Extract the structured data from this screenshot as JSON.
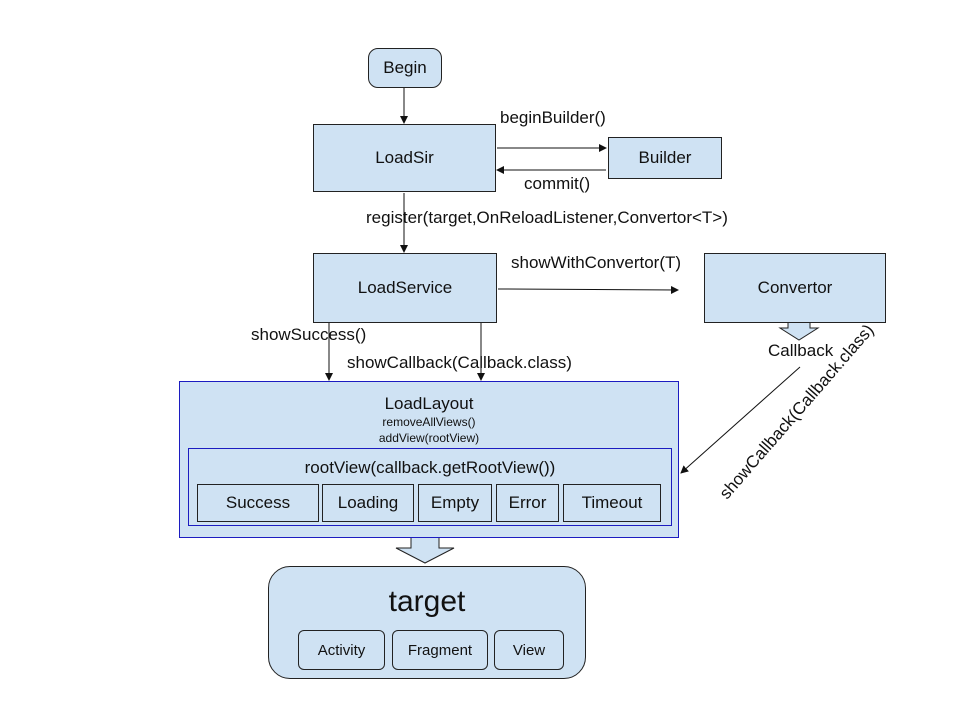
{
  "nodes": {
    "begin": "Begin",
    "loadsir": "LoadSir",
    "builder": "Builder",
    "loadservice": "LoadService",
    "convertor": "Convertor",
    "callback": "Callback",
    "loadlayout": "LoadLayout",
    "loadlayout_line1": "removeAllViews()",
    "loadlayout_line2": "addView(rootView)",
    "rootview": "rootView(callback.getRootView())",
    "callbacks": [
      "Success",
      "Loading",
      "Empty",
      "Error",
      "Timeout"
    ],
    "target": "target",
    "targets": [
      "Activity",
      "Fragment",
      "View"
    ]
  },
  "edges": {
    "begin_builder": "beginBuilder()",
    "commit": "commit()",
    "register": "register(target,OnReloadListener,Convertor<T>)",
    "show_with_convertor": "showWithConvertor(T)",
    "show_success": "showSuccess()",
    "show_callback": "showCallback(Callback.class)",
    "show_callback_diag": "showCallback(Callback.class)"
  }
}
